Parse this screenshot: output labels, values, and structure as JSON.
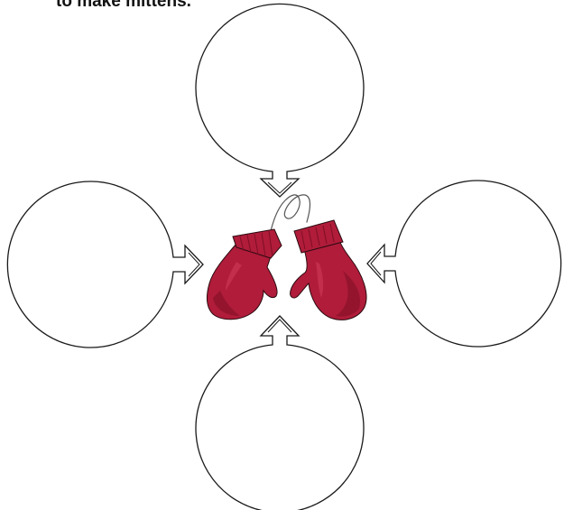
{
  "worksheet": {
    "instruction": "to make mittens."
  },
  "colors": {
    "outline": "#1a1a1a",
    "bubble_fill": "#ffffff",
    "mitten_red": "#b01c3a",
    "mitten_shadow": "#7e0f25",
    "mitten_highlight": "#cf3a57",
    "string": "#555555"
  },
  "bubbles": [
    {
      "id": "top",
      "pointer": "down"
    },
    {
      "id": "left",
      "pointer": "right"
    },
    {
      "id": "right",
      "pointer": "left"
    },
    {
      "id": "bottom",
      "pointer": "up"
    }
  ],
  "center_image": {
    "icon": "mittens-icon"
  }
}
